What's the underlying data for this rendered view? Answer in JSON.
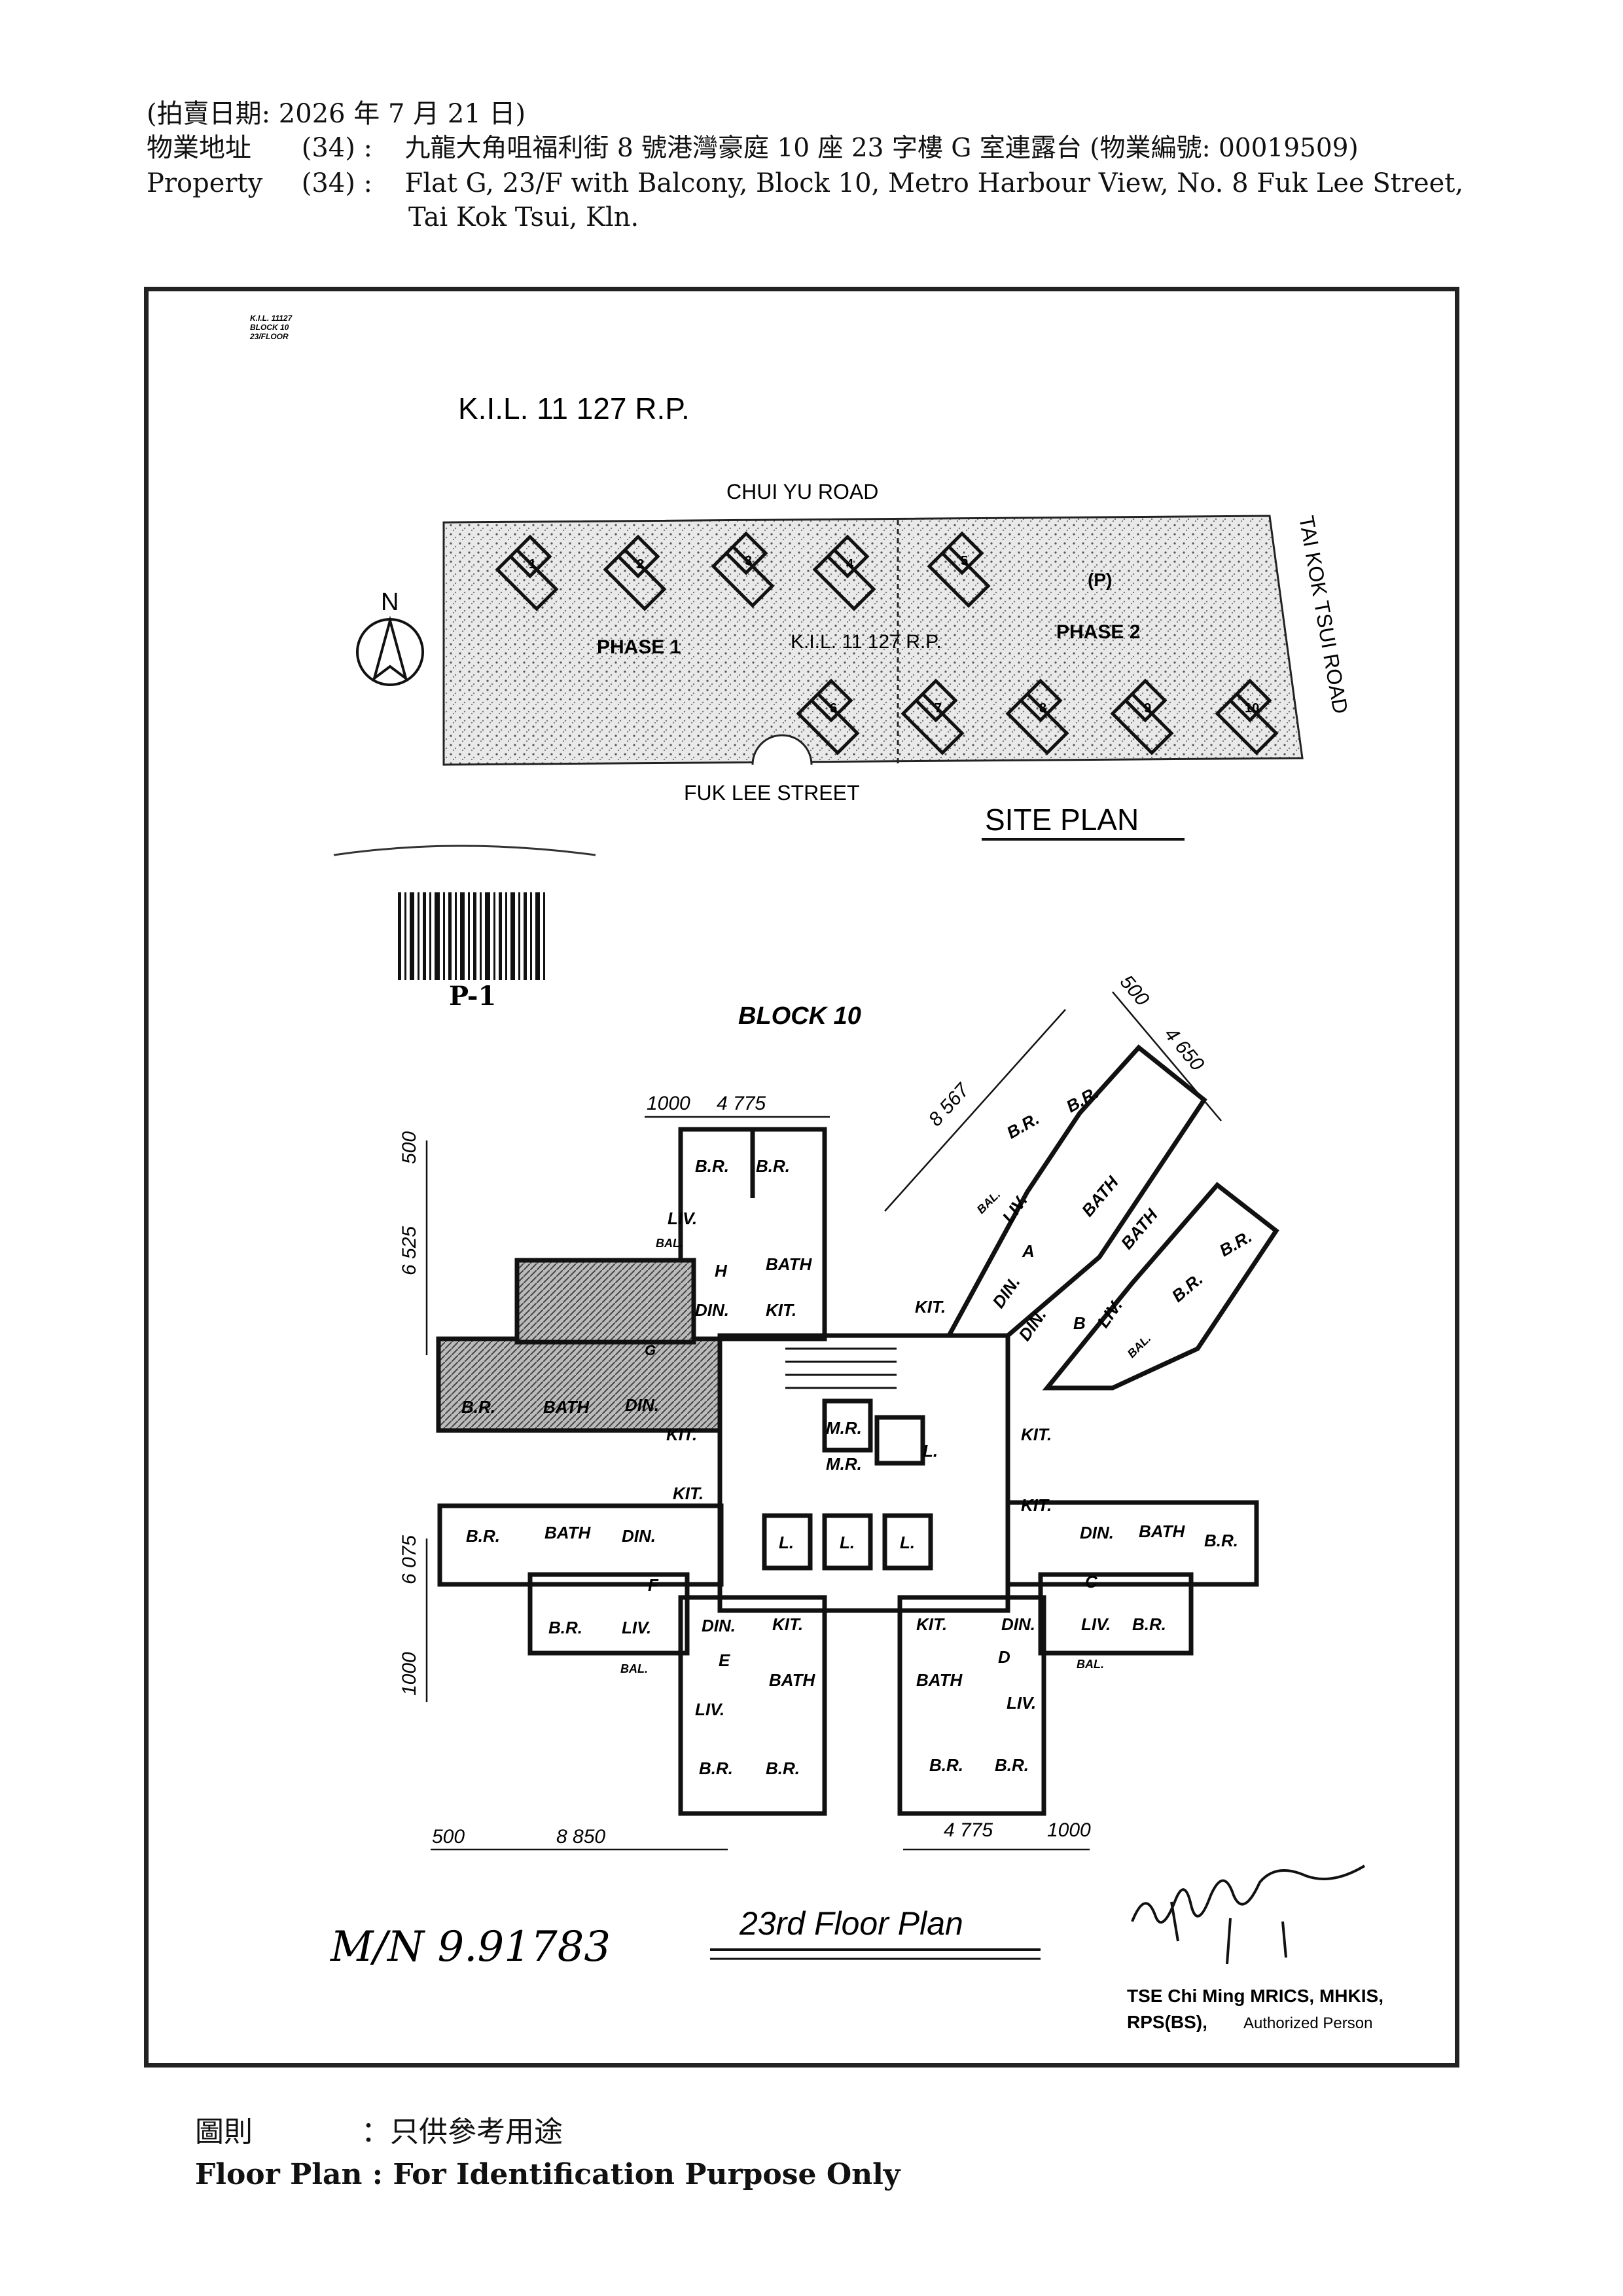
{
  "header": {
    "auction_date": "(拍賣日期:  2026 年 7 月 21 日)",
    "address_label_zh": "物業地址",
    "address_no": "(34) :",
    "address_zh": "九龍大角咀福利街 8 號港灣豪庭 10 座 23 字樓 G 室連露台 (物業編號: 00019509)",
    "address_label_en": "Property",
    "address_en_line1": "Flat G, 23/F with Balcony, Block 10, Metro Harbour View, No. 8 Fuk Lee Street,",
    "address_en_line2": "Tai Kok Tsui, Kln."
  },
  "plan": {
    "corner_note": [
      "K.I.L. 11127",
      "BLOCK 10",
      "23/FLOOR"
    ],
    "lot": "K.I.L. 11 127 R.P.",
    "roads": {
      "north": "CHUI YU ROAD",
      "south": "FUK LEE STREET",
      "east": "TAI KOK TSUI ROAD"
    },
    "north_arrow": "N",
    "phase1": "PHASE 1",
    "phase2": "PHASE 2",
    "lot_short": "K.I.L. 11 127 R.P.",
    "phase2_mark": "(P)",
    "block_numbers": [
      "1",
      "2",
      "3",
      "4",
      "5",
      "6",
      "7",
      "8",
      "9",
      "10"
    ],
    "site_plan_title": "SITE PLAN",
    "barcode_label": "P-1",
    "block_title": "BLOCK 10",
    "dimensions": {
      "top_a": "1000",
      "top_b": "4 775",
      "left_a": "500",
      "left_b": "6 525",
      "left_c": "6 075",
      "left_d": "1000",
      "diag_a": "8 567",
      "diag_b": "500",
      "diag_c": "4 650",
      "bottom_a": "500",
      "bottom_b": "8 850",
      "bottom_c": "4 775",
      "bottom_d": "1000"
    },
    "room_labels": {
      "br": "B.R.",
      "bath": "BATH",
      "liv": "LIV.",
      "din": "DIN.",
      "kit": "KIT.",
      "bal": "BAL.",
      "mr": "M.R.",
      "l": "L."
    },
    "flats": [
      "A",
      "B",
      "C",
      "D",
      "E",
      "F",
      "G",
      "H"
    ],
    "handwritten_ref": "M/N 9.91783",
    "floor_plan_title": "23rd  Floor Plan",
    "signatory_line1": "TSE Chi Ming MRICS, MHKIS,",
    "signatory_line2": "RPS(BS),",
    "signatory_role": "Authorized Person"
  },
  "footer": {
    "zh_label": "圖則",
    "zh_text": "：只供參考用途",
    "en_text": "Floor Plan : For Identification Purpose Only"
  }
}
